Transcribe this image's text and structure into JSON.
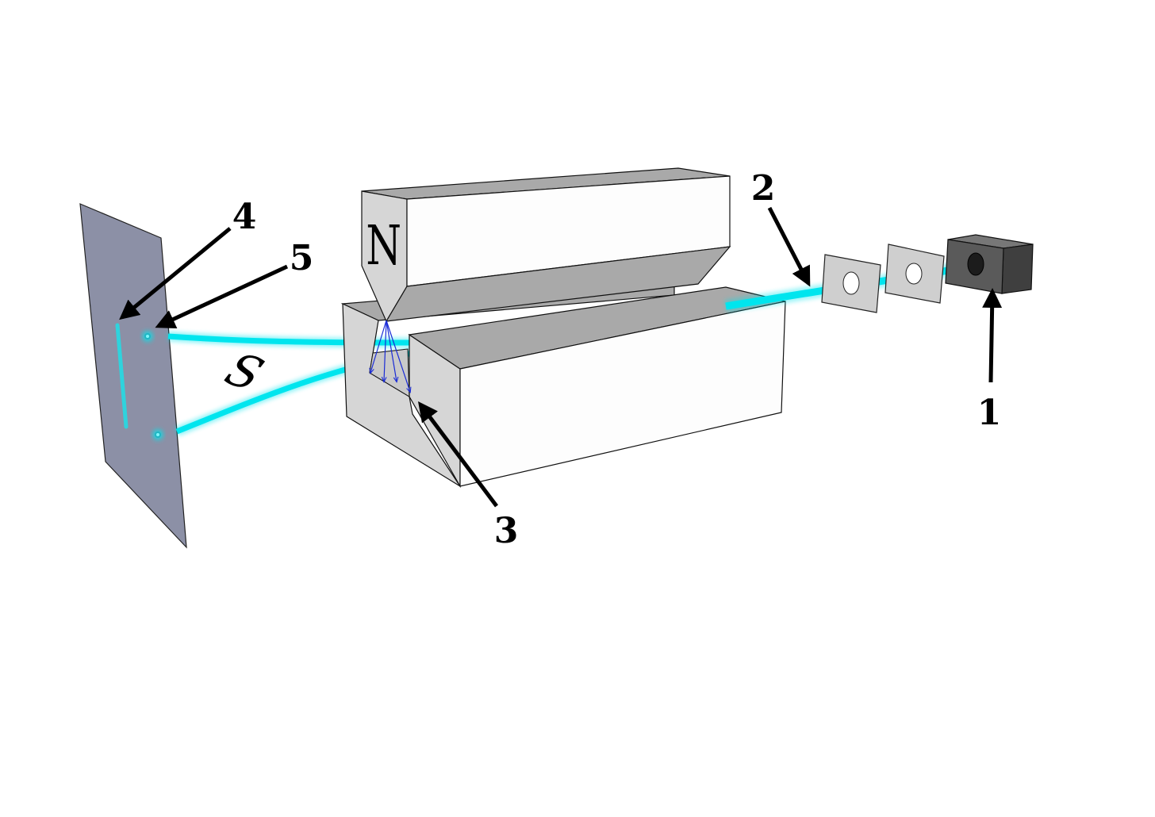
{
  "diagram": {
    "magnet": {
      "north_label": "N",
      "south_label": "S"
    },
    "callouts": [
      {
        "number": "1"
      },
      {
        "number": "2"
      },
      {
        "number": "3"
      },
      {
        "number": "4"
      },
      {
        "number": "5"
      }
    ],
    "colors": {
      "beam": "#00e5ee",
      "magnet_face_light": "#fdfdfd",
      "magnet_face_top": "#a9a9a9",
      "magnet_face_side": "#d6d6d6",
      "screen": "#8c90a6",
      "source_dark": "#555555",
      "field_lines": "#1a2bd6",
      "arrows": "#000000"
    }
  }
}
